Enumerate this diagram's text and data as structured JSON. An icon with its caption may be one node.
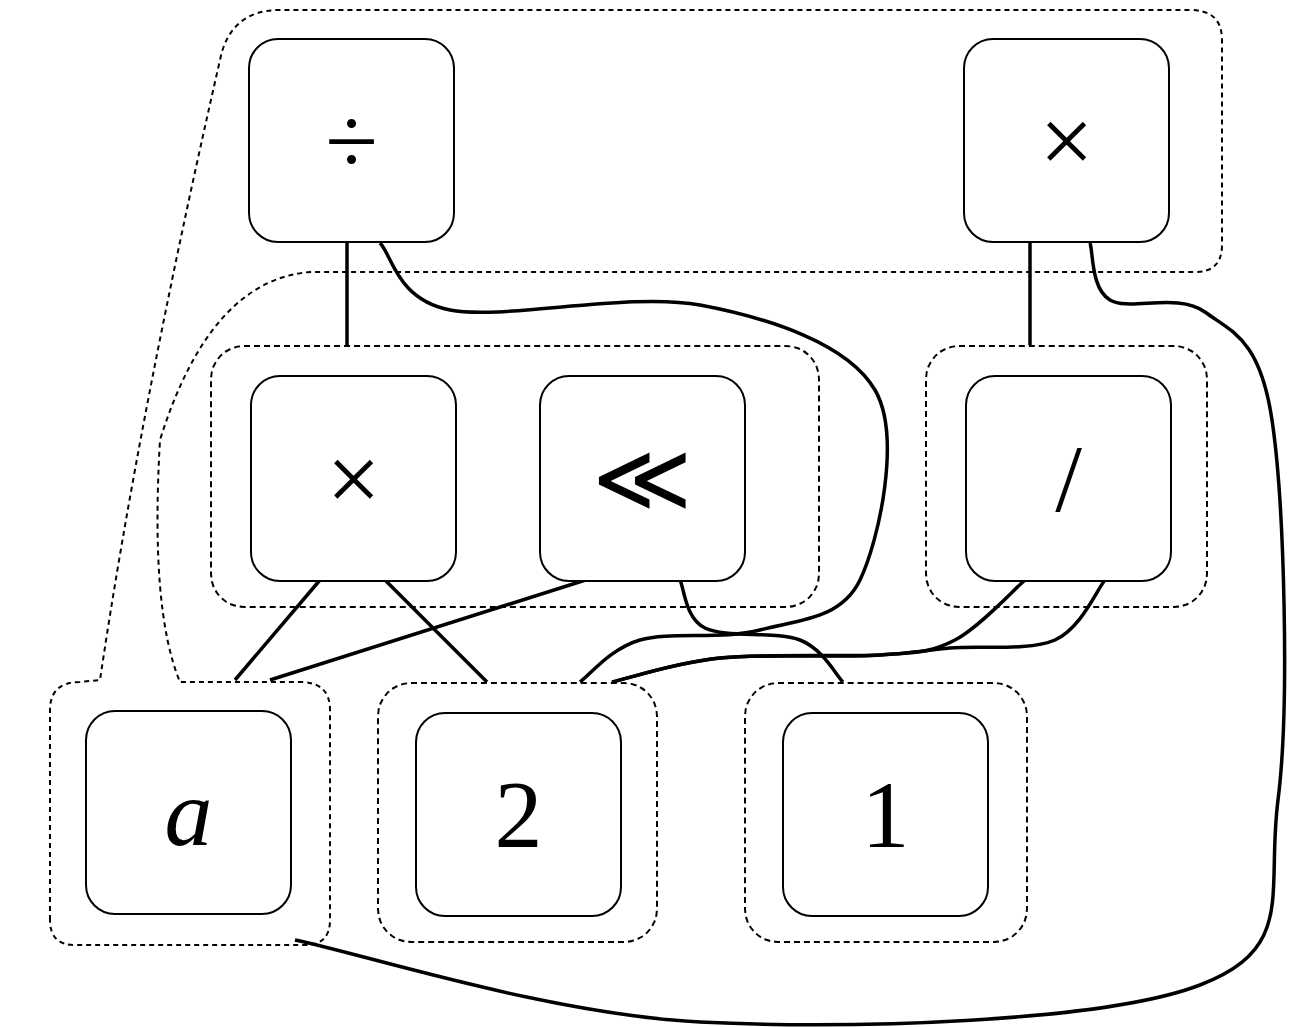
{
  "diagram": {
    "nodes": [
      {
        "text": [],
        "shape": "box"
      },
      {
        "text": [
          "÷"
        ],
        "in": 0
      },
      {
        "text": [
          "×"
        ],
        "in": 0
      },
      {
        "text": [],
        "shape": "box"
      },
      {
        "text": [
          "×"
        ],
        "in": 3
      },
      {
        "text": [
          "≪"
        ],
        "in": 3
      },
      {
        "text": [],
        "shape": "box"
      },
      {
        "text": [
          "/"
        ],
        "in": 6
      },
      {
        "text": [
          "a"
        ],
        "in": 0
      },
      {
        "text": [],
        "shape": "box"
      },
      {
        "text": [
          "2"
        ],
        "in": 9
      },
      {
        "text": [],
        "shape": "box"
      },
      {
        "text": [
          "1"
        ],
        "in": 11
      }
    ],
    "edges": [
      {
        "from": 1,
        "to": 3,
        "arrow": "none"
      },
      {
        "from": 1,
        "to": 9,
        "arrow": "none"
      },
      {
        "from": 2,
        "to": 6,
        "arrow": "none"
      },
      {
        "from": 2,
        "to": 0,
        "arrow": "none"
      },
      {
        "from": 4,
        "to": 0,
        "arrow": "none"
      },
      {
        "from": 4,
        "to": 9,
        "arrow": "none"
      },
      {
        "from": 5,
        "to": 0,
        "arrow": "none"
      },
      {
        "from": 5,
        "to": 11,
        "arrow": "none"
      },
      {
        "from": 7,
        "to": 9,
        "arrow": "none"
      },
      {
        "from": 7,
        "to": 9,
        "arrow": "none"
      }
    ]
  }
}
